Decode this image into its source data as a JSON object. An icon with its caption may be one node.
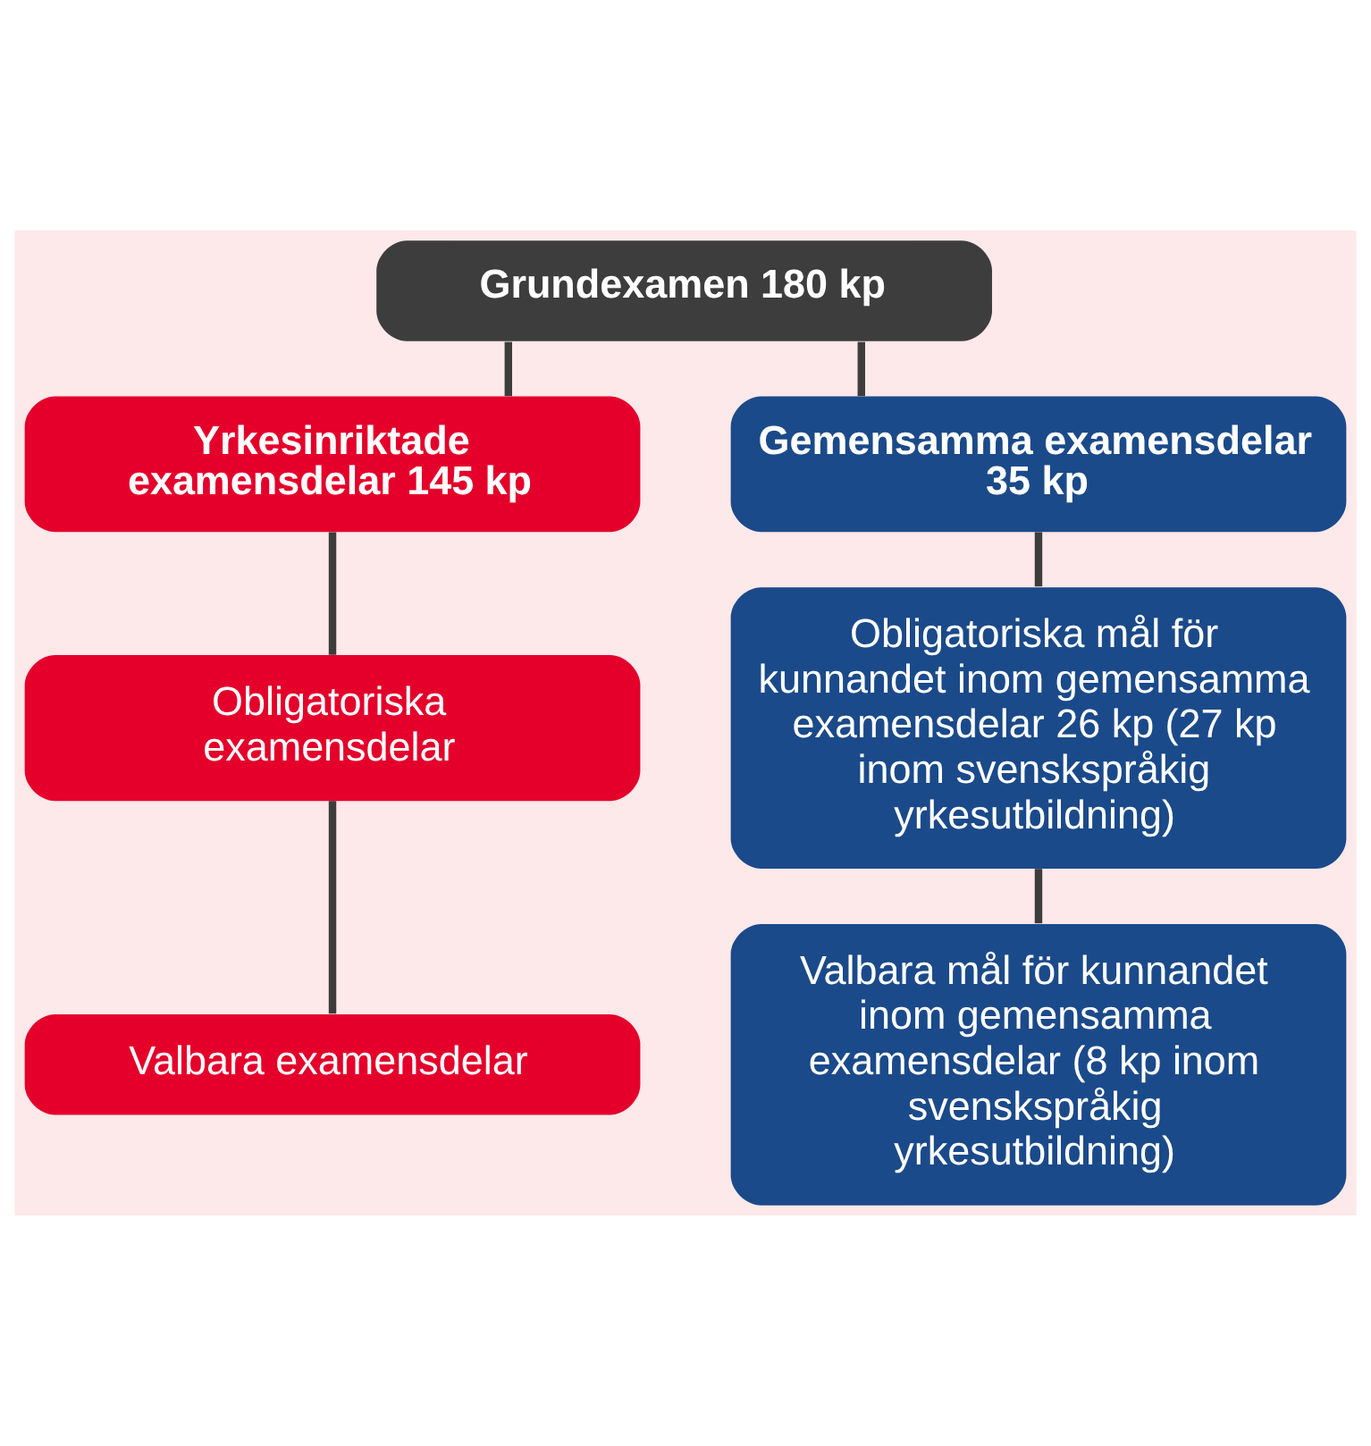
{
  "diagram": {
    "nodes": [
      {
        "text": [
          "Grundexamen 180 kp"
        ]
      },
      {
        "text": [
          "Yrkesinriktade examensdelar 145 kp"
        ]
      },
      {
        "text": [
          "Gemensamma examensdelar 35 kp"
        ]
      },
      {
        "text": [
          "Obligatoriska examensdelar"
        ]
      },
      {
        "text": [
          "Valbara examensdelar"
        ]
      },
      {
        "text": [
          "Obligatoriska mål för kunnandet inom gemensamma examensdelar 26 kp (27 kp inom svenskspråkig yrkesutbildning)"
        ]
      },
      {
        "text": [
          "Valbara mål för kunnandet inom gemensamma examensdelar (8 kp inom svenskspråkig yrkesutbildning)"
        ]
      }
    ],
    "edges": [
      {
        "from": 0,
        "to": 1,
        "arrow": "none"
      },
      {
        "from": 0,
        "to": 2,
        "arrow": "none"
      },
      {
        "from": 1,
        "to": 3,
        "arrow": "none"
      },
      {
        "from": 3,
        "to": 4,
        "arrow": "none"
      },
      {
        "from": 2,
        "to": 5,
        "arrow": "none"
      },
      {
        "from": 5,
        "to": 6,
        "arrow": "none"
      }
    ]
  }
}
